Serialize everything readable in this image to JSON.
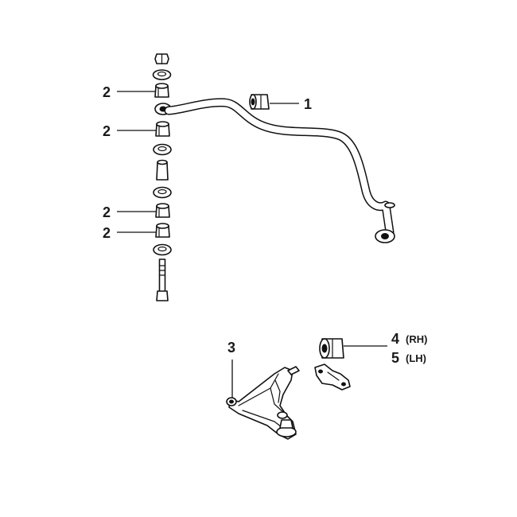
{
  "callouts": [
    {
      "num": "1",
      "side": ""
    },
    {
      "num": "2",
      "side": ""
    },
    {
      "num": "2",
      "side": ""
    },
    {
      "num": "2",
      "side": ""
    },
    {
      "num": "2",
      "side": ""
    },
    {
      "num": "3",
      "side": ""
    },
    {
      "num": "4",
      "side": "(RH)"
    },
    {
      "num": "5",
      "side": "(LH)"
    }
  ]
}
